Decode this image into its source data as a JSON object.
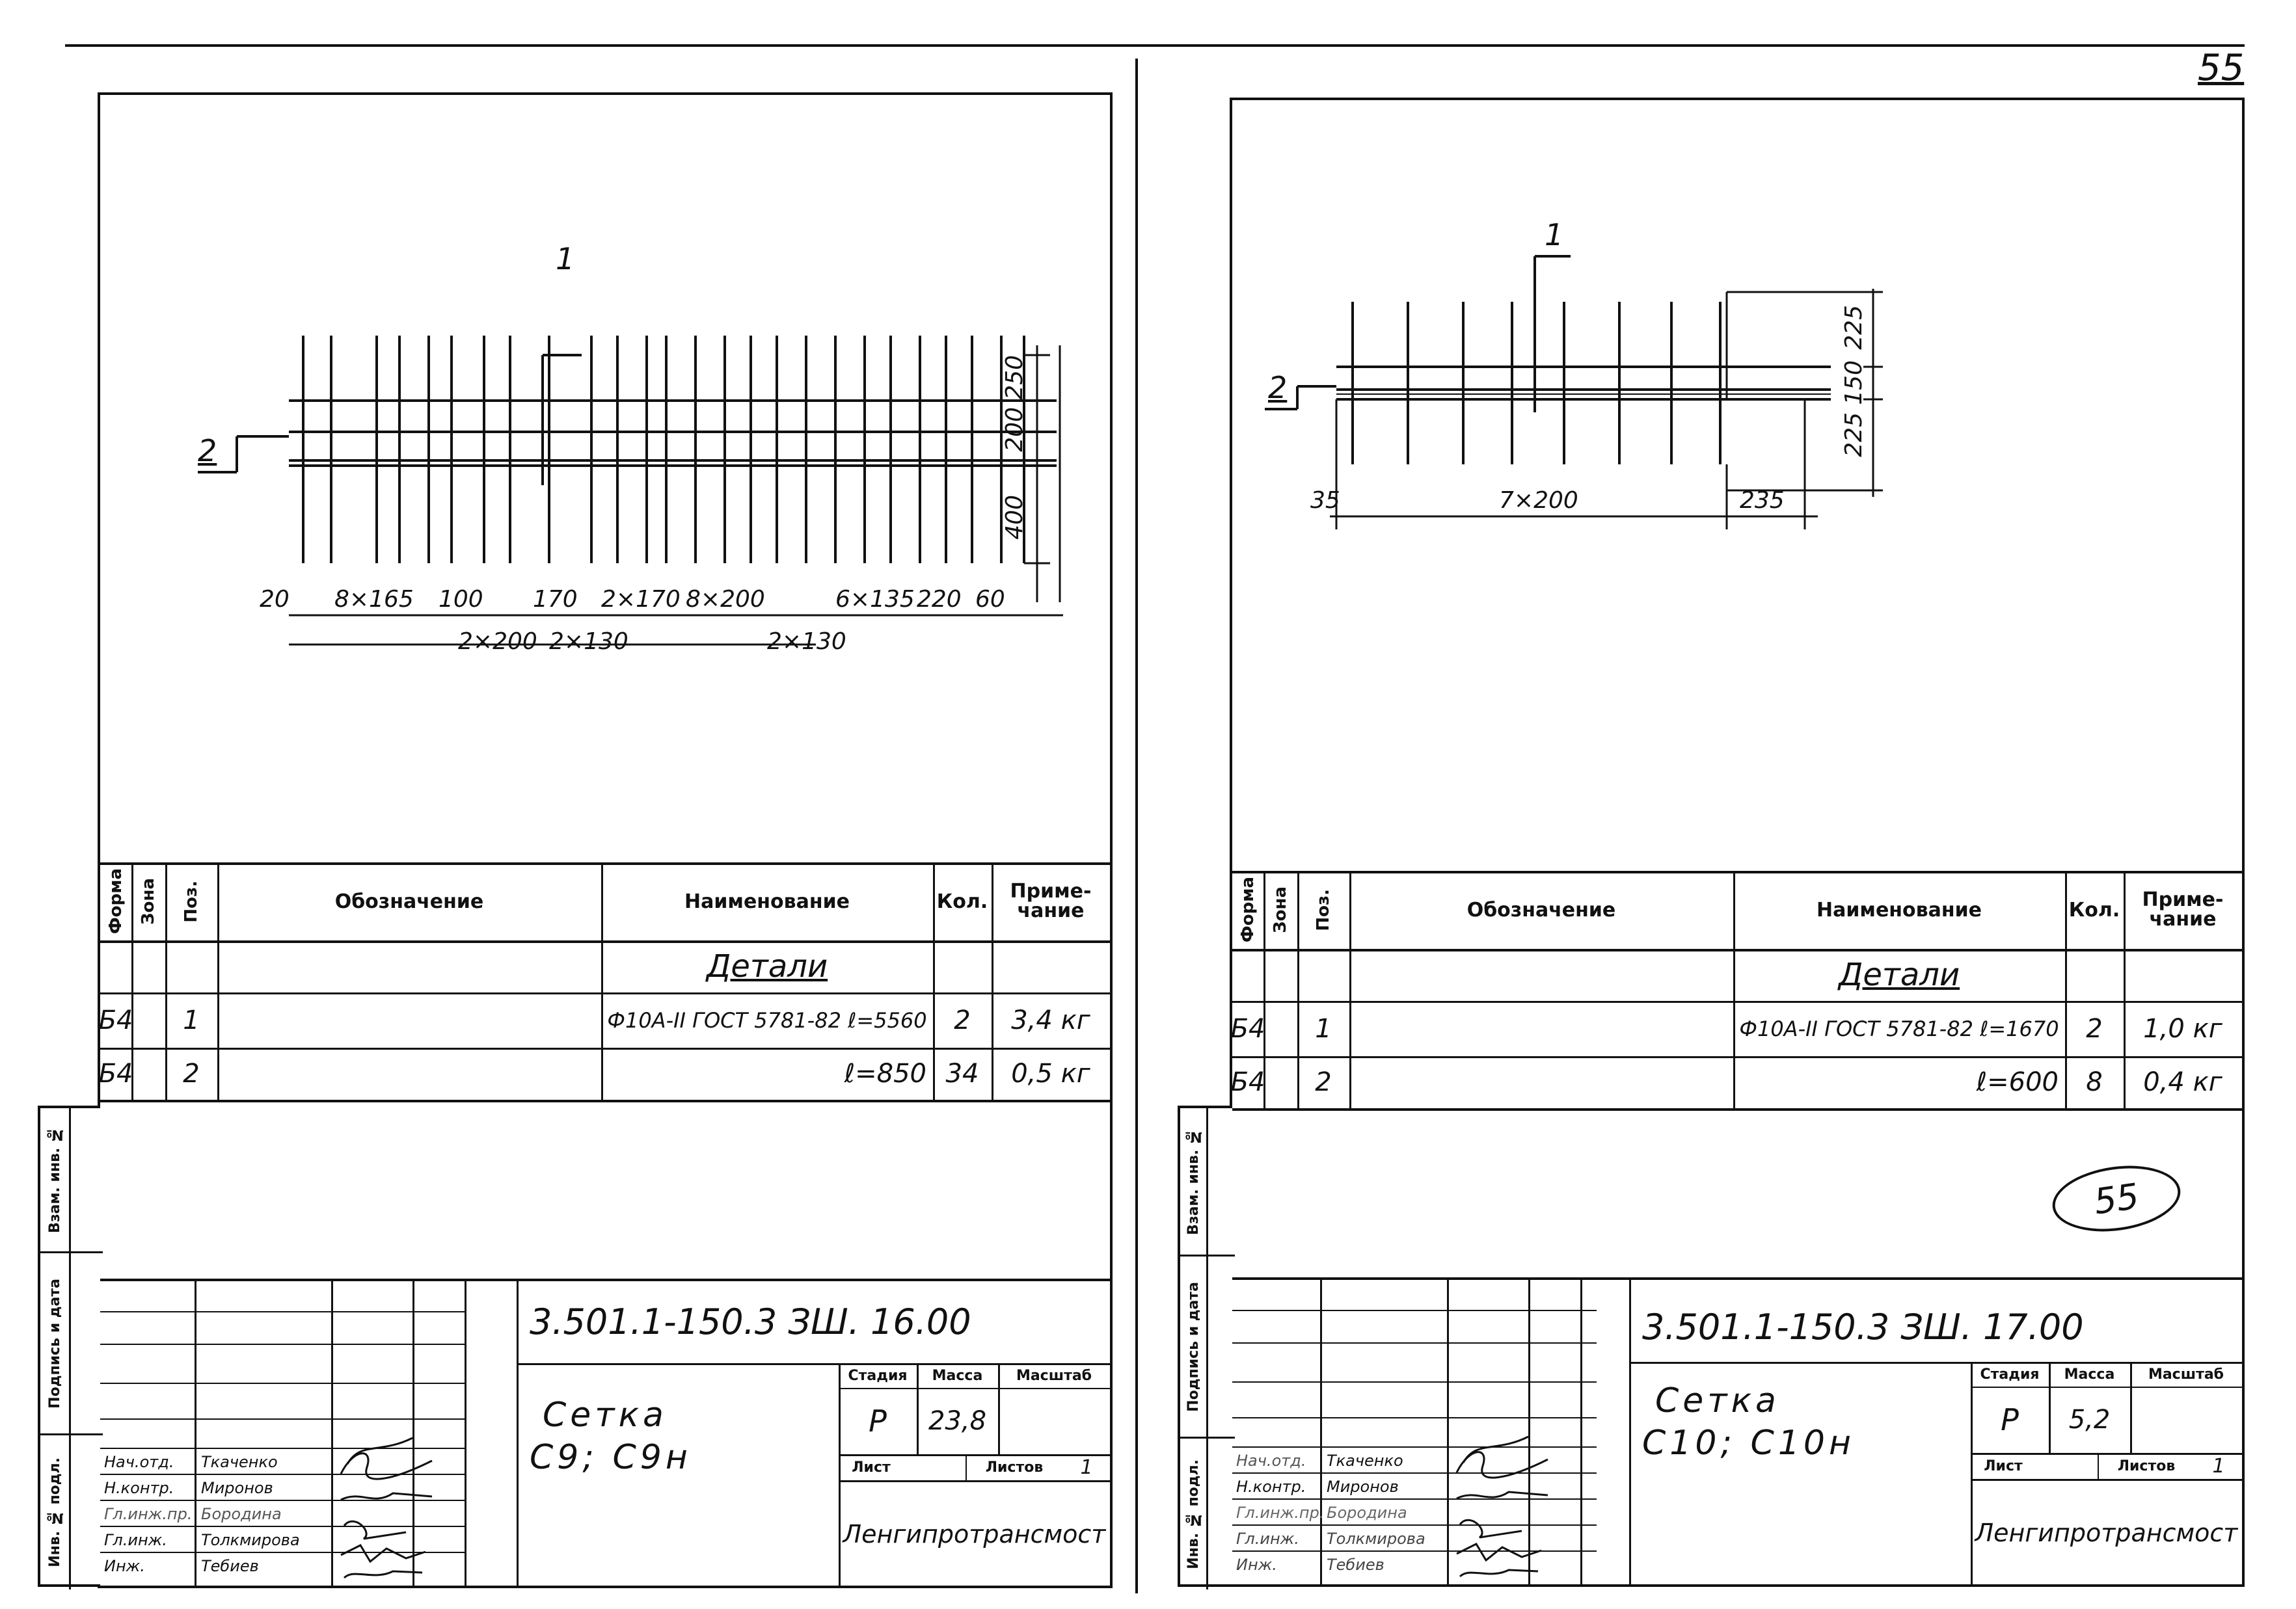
{
  "page_number": "55",
  "sheets": [
    {
      "drawing": {
        "pos1": "1",
        "pos2": "2",
        "dims_bottom": [
          "20",
          "8×165",
          "100",
          "170",
          "2×170",
          "8×200",
          "6×135",
          "220",
          "60"
        ],
        "dims_bottom2": [
          "2×200",
          "2×130",
          "2×130"
        ],
        "dims_right": [
          "250",
          "200",
          "400"
        ]
      },
      "spec": {
        "headers": {
          "forma": "Формa",
          "zona": "Зона",
          "poz": "Поз.",
          "oboznachenie": "Обозначение",
          "naimenovanie": "Наименование",
          "kol": "Кол.",
          "primechanie": "Приме-\nчание"
        },
        "section": "Детали",
        "rows": [
          {
            "forma": "Б4",
            "poz": "1",
            "naimenovanie": "Ф10А-II ГОСТ 5781-82 ℓ=5560",
            "kol": "2",
            "prim": "3,4 кг"
          },
          {
            "forma": "Б4",
            "poz": "2",
            "naimenovanie": "ℓ=850",
            "kol": "34",
            "prim": "0,5 кг"
          }
        ]
      },
      "side_labels": {
        "vzam": "Взам. инв. №",
        "podpis": "Подпись и дата",
        "inv": "Инв. № подл."
      },
      "title_block": {
        "code": "3.501.1-150.3 ЗШ. 16.00",
        "name_line1": "Сетка",
        "name_line2": "С9; С9н",
        "stadia_label": "Стадия",
        "massa_label": "Масса",
        "masshtab_label": "Масштаб",
        "stadia": "Р",
        "massa": "23,8",
        "list_label": "Лист",
        "listov_label": "Листов",
        "listov": "1",
        "org": "Ленгипротрансмост",
        "people": [
          {
            "role": "Нач.отд.",
            "name": "Ткаченко"
          },
          {
            "role": "Н.контр.",
            "name": "Миронов"
          },
          {
            "role": "Гл.инж.пр.",
            "name": "Бородина"
          },
          {
            "role": "Гл.инж.",
            "name": "Толкмирова"
          },
          {
            "role": "Инж.",
            "name": "Тебиев"
          }
        ]
      }
    },
    {
      "drawing": {
        "pos1": "1",
        "pos2": "2",
        "dims_bottom": [
          "35",
          "7×200",
          "235"
        ],
        "dims_right": [
          "225",
          "150",
          "225"
        ]
      },
      "spec": {
        "headers": {
          "forma": "Формa",
          "zona": "Зона",
          "poz": "Поз.",
          "oboznachenie": "Обозначение",
          "naimenovanie": "Наименование",
          "kol": "Кол.",
          "primechanie": "Приме-\nчание"
        },
        "section": "Детали",
        "rows": [
          {
            "forma": "Б4",
            "poz": "1",
            "naimenovanie": "Ф10А-II ГОСТ 5781-82 ℓ=1670",
            "kol": "2",
            "prim": "1,0 кг"
          },
          {
            "forma": "Б4",
            "poz": "2",
            "naimenovanie": "ℓ=600",
            "kol": "8",
            "prim": "0,4 кг"
          }
        ]
      },
      "stamp_number": "55",
      "side_labels": {
        "vzam": "Взам. инв. №",
        "podpis": "Подпись и дата",
        "inv": "Инв. № подл."
      },
      "title_block": {
        "code": "3.501.1-150.3 ЗШ. 17.00",
        "name_line1": "Сетка",
        "name_line2": "С10; С10н",
        "stadia_label": "Стадия",
        "massa_label": "Масса",
        "masshtab_label": "Масштаб",
        "stadia": "Р",
        "massa": "5,2",
        "list_label": "Лист",
        "listov_label": "Листов",
        "listov": "1",
        "org": "Ленгипротрансмост",
        "people": [
          {
            "role": "Нач.отд.",
            "name": "Ткаченко"
          },
          {
            "role": "Н.контр.",
            "name": "Миронов"
          },
          {
            "role": "Гл.инж.пр.",
            "name": "Бородина"
          },
          {
            "role": "Гл.инж.",
            "name": "Толкмирова"
          },
          {
            "role": "Инж.",
            "name": "Тебиев"
          }
        ]
      }
    }
  ]
}
